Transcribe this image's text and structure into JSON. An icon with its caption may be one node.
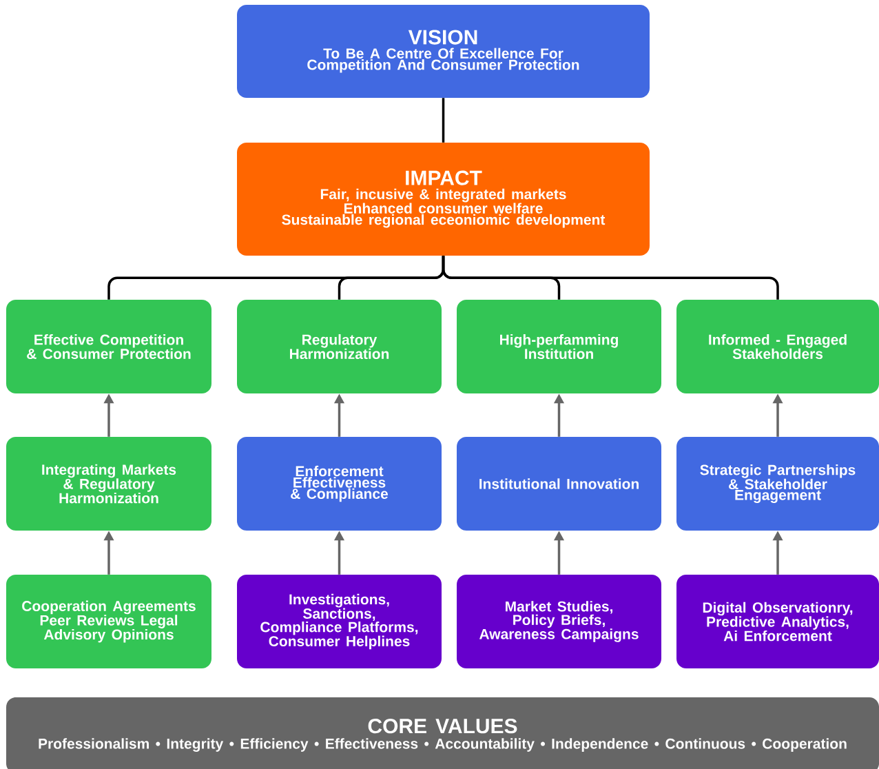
{
  "diagram": {
    "nodes": [
      {
        "text": [
          "VISION",
          "To Be A Centre Of Excellence For Competition And Consumer Protection"
        ]
      },
      {
        "text": [
          "IMPACT",
          "Fair, incusive & integrated markets",
          "Enhanced consumer welfare",
          "Sustainable regional eceoniomic development"
        ]
      },
      {
        "text": [
          "Effective Competition & Consumer Protection"
        ]
      },
      {
        "text": [
          "Regulatory Harmonization"
        ]
      },
      {
        "text": [
          "High-perfamming Institution"
        ]
      },
      {
        "text": [
          "Informed - Engaged Stakeholders"
        ]
      },
      {
        "text": [
          "Integrating Markets & Regulatory Harmonization"
        ]
      },
      {
        "text": [
          "Enforcement Effectiveness & Compliance"
        ]
      },
      {
        "text": [
          "Institutional Innovation"
        ]
      },
      {
        "text": [
          "Strategic Partnerships & Stakeholder Engagement"
        ]
      },
      {
        "text": [
          "Cooperation Agreements Peer Reviews Legal Advisory Opinions"
        ]
      },
      {
        "text": [
          "Investigations, Sanctions, Compliance Platforms, Consumer Helplines"
        ]
      },
      {
        "text": [
          "Market Studies, Policy Briefs, Awareness Campaigns"
        ]
      },
      {
        "text": [
          "Digital Observationry, Predictive Analytics, Ai Enforcement"
        ]
      },
      {
        "text": [
          "CORE VALUES",
          "Professionalism • Integrity • Efficiency • Effectiveness • Accountability • Independence • Continuous • Cooperation"
        ]
      }
    ],
    "edges": [
      {
        "from": 0,
        "to": 1,
        "arrow": "none",
        "color": "#000000"
      },
      {
        "from": 1,
        "to": 2,
        "arrow": "none",
        "color": "#000000"
      },
      {
        "from": 1,
        "to": 3,
        "arrow": "none",
        "color": "#000000"
      },
      {
        "from": 1,
        "to": 4,
        "arrow": "none",
        "color": "#000000"
      },
      {
        "from": 1,
        "to": 5,
        "arrow": "none",
        "color": "#000000"
      },
      {
        "from": 6,
        "to": 2,
        "arrow": "to"
      },
      {
        "from": 7,
        "to": 3,
        "arrow": "to"
      },
      {
        "from": 8,
        "to": 4,
        "arrow": "to"
      },
      {
        "from": 9,
        "to": 5,
        "arrow": "to"
      },
      {
        "from": 10,
        "to": 6,
        "arrow": "to"
      },
      {
        "from": 11,
        "to": 7,
        "arrow": "to"
      },
      {
        "from": 12,
        "to": 8,
        "arrow": "to"
      },
      {
        "from": 13,
        "to": 9,
        "arrow": "to"
      }
    ]
  }
}
